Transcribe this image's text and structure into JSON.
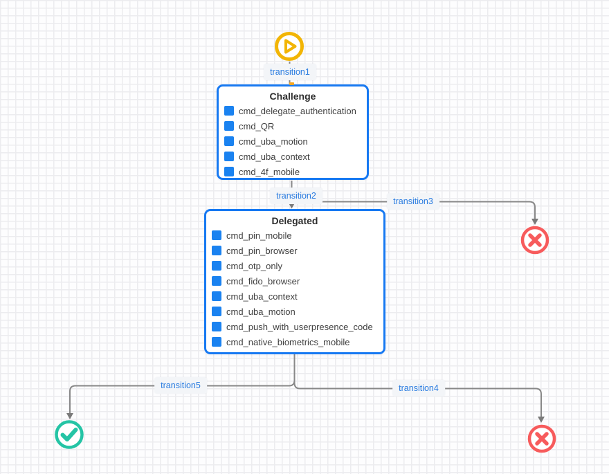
{
  "diagram": {
    "nodes": {
      "challenge": {
        "title": "Challenge",
        "commands": [
          "cmd_delegate_authentication",
          "cmd_QR",
          "cmd_uba_motion",
          "cmd_uba_context",
          "cmd_4f_mobile"
        ]
      },
      "delegated": {
        "title": "Delegated",
        "commands": [
          "cmd_pin_mobile",
          "cmd_pin_browser",
          "cmd_otp_only",
          "cmd_fido_browser",
          "cmd_uba_context",
          "cmd_uba_motion",
          "cmd_push_with_userpresence_code",
          "cmd_native_biometrics_mobile"
        ]
      }
    },
    "edges": {
      "transition1": "transition1",
      "transition2": "transition2",
      "transition3": "transition3",
      "transition4": "transition4",
      "transition5": "transition5"
    },
    "terminals": {
      "start": {
        "icon": "play-icon"
      },
      "error_top": {
        "icon": "error-x-icon"
      },
      "success": {
        "icon": "check-icon"
      },
      "error_bottom": {
        "icon": "error-x-icon"
      }
    },
    "colors": {
      "node_border": "#1779f2",
      "command_bullet": "#1a82f0",
      "edge_line": "#888888",
      "edge_label_text": "#2a7ce0",
      "edge_label_bg": "#f3f5f8",
      "start_yellow": "#f2b505",
      "error_red": "#f75b5c",
      "success_teal": "#24c4a5",
      "anchor_orange": "#f5a623"
    }
  }
}
